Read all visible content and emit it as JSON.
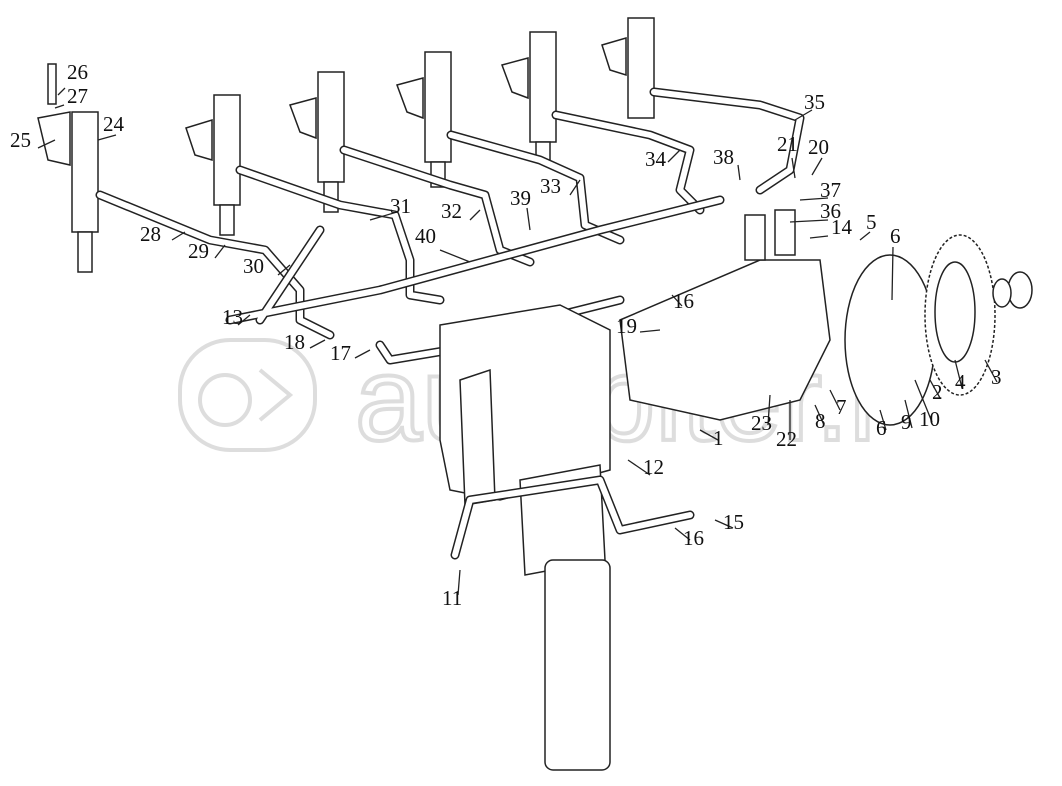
{
  "diagram": {
    "watermark": "autopiter.ru",
    "part_labels": [
      "26",
      "27",
      "25",
      "24",
      "28",
      "29",
      "30",
      "31",
      "32",
      "33",
      "34",
      "35",
      "38",
      "21",
      "20",
      "37",
      "36",
      "14",
      "5",
      "6",
      "39",
      "40",
      "13",
      "18",
      "17",
      "16",
      "19",
      "1",
      "23",
      "22",
      "8",
      "7",
      "6",
      "9",
      "10",
      "2",
      "4",
      "3",
      "12",
      "16",
      "15",
      "11"
    ]
  }
}
